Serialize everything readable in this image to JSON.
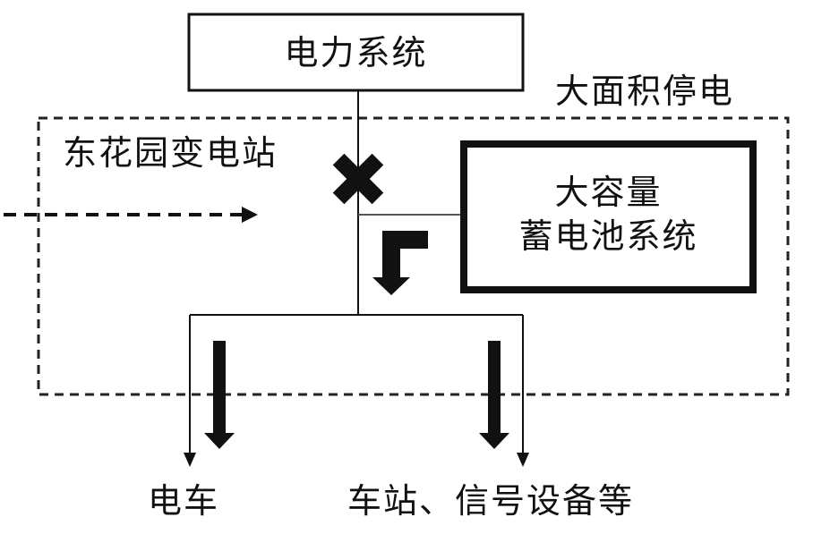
{
  "diagram": {
    "power_system": "电力系统",
    "blackout_label": "大面积停电",
    "substation_label": "东花园变电站",
    "battery_line1": "大容量",
    "battery_line2": "蓄电池系统",
    "load_train": "电车",
    "load_station": "车站、信号设备等"
  },
  "colors": {
    "line": "#111111",
    "background": "#ffffff",
    "dashed": "#222222"
  },
  "icons": {
    "fault": "x-mark-icon"
  }
}
